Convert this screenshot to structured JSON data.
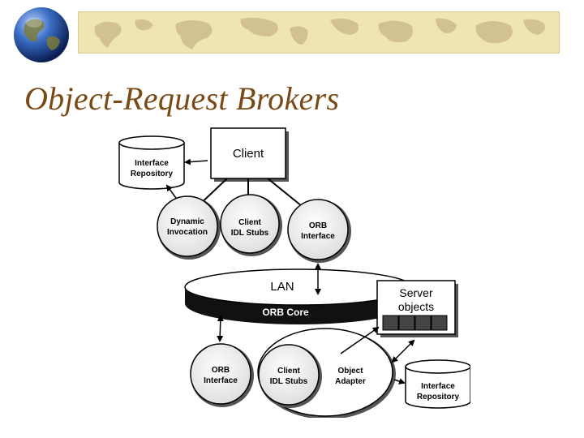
{
  "slide": {
    "title": "Object-Request Brokers"
  },
  "decor": {
    "banner_icon": "world-map-banner",
    "logo_icon": "globe-icon",
    "banner_color": "#efe4b3",
    "title_color": "#7a4a16"
  },
  "diagram": {
    "client": "Client",
    "interface_repository_top": [
      "Interface",
      "Repository"
    ],
    "dynamic_invocation": [
      "Dynamic",
      "Invocation"
    ],
    "client_idl_stubs_top": [
      "Client",
      "IDL Stubs"
    ],
    "orb_interface_top": [
      "ORB",
      "Interface"
    ],
    "lan": "LAN",
    "orb_core": "ORB Core",
    "server_objects": [
      "Server",
      "objects"
    ],
    "orb_interface_bottom": [
      "ORB",
      "Interface"
    ],
    "client_idl_stubs_bottom": [
      "Client",
      "IDL Stubs"
    ],
    "object_adapter": [
      "Object",
      "Adapter"
    ],
    "interface_repository_bottom": [
      "Interface",
      "Repository"
    ]
  }
}
